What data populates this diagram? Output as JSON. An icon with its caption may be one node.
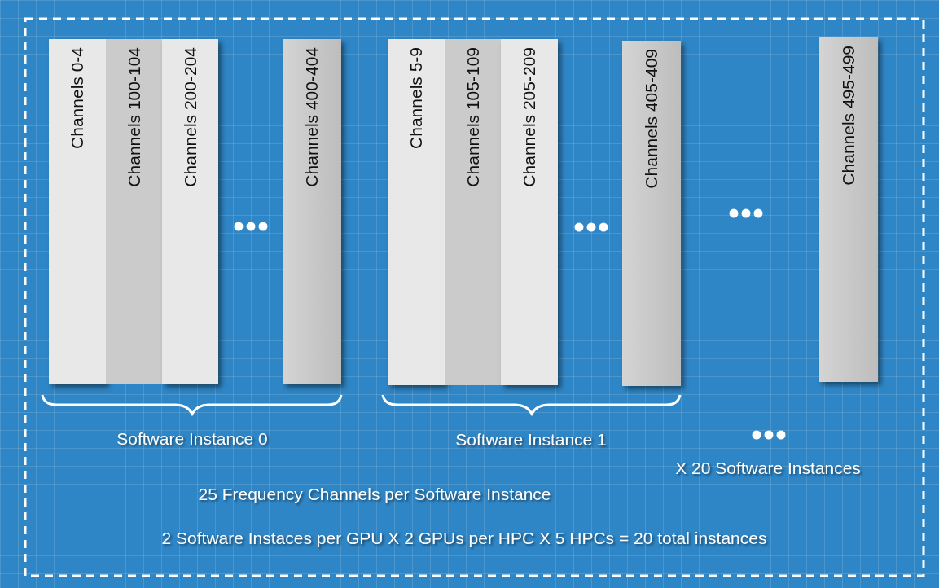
{
  "diagram": {
    "nodes": [
      {
        "text": [
          "Channels 0-4"
        ]
      },
      {
        "text": [
          "Channels 100-104"
        ]
      },
      {
        "text": [
          "Channels 200-204"
        ]
      },
      {
        "text": [
          "Channels 400-404"
        ]
      },
      {
        "text": [
          "Channels 5-9"
        ]
      },
      {
        "text": [
          "Channels 105-109"
        ]
      },
      {
        "text": [
          "Channels 205-209"
        ]
      },
      {
        "text": [
          "Channels 405-409"
        ]
      },
      {
        "text": [
          "Channels 495-499"
        ]
      }
    ],
    "labels": [
      "Software Instance 0",
      "Software Instance 1",
      "X 20 Software Instances",
      "25 Frequency Channels per Software Instance",
      "2 Software Instaces per GPU X 2 GPUs per HPC X 5 HPCs = 20 total instances"
    ]
  }
}
